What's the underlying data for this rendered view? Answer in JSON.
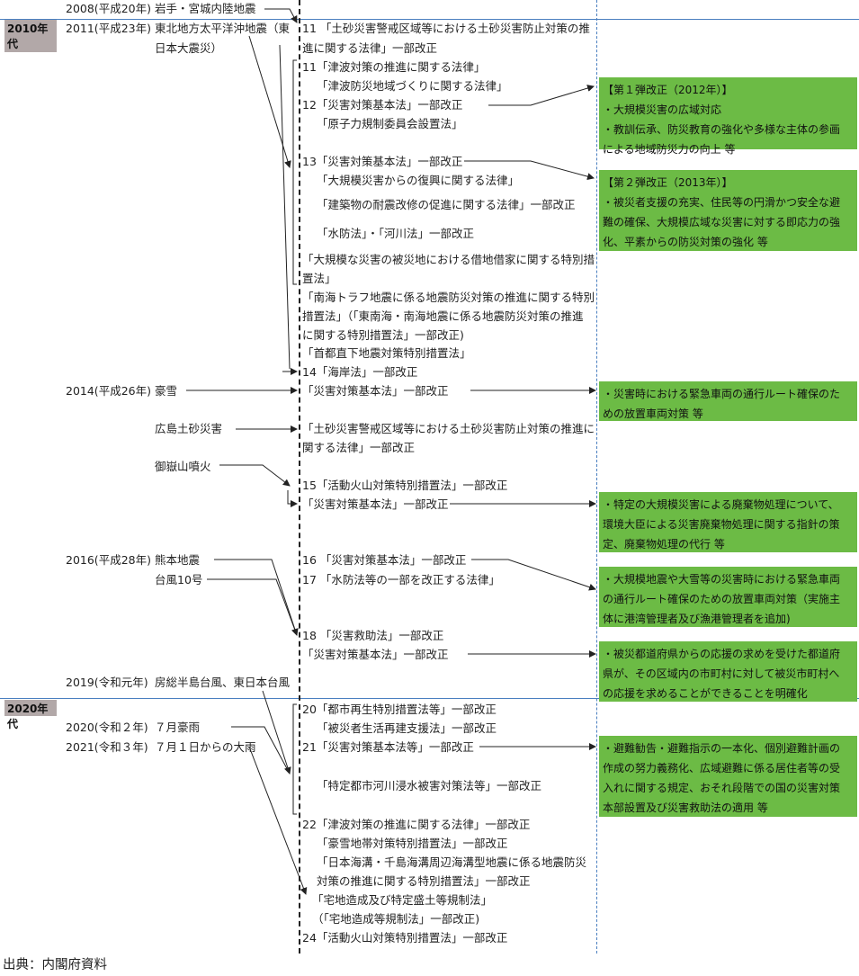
{
  "eras": {
    "e2010": "2010年代",
    "e2020": "2020年代"
  },
  "years": {
    "y2008": "2008(平成20年)",
    "y2011": "2011(平成23年)",
    "y2014": "2014(平成26年)",
    "y2016": "2016(平成28年)",
    "y2019": "2019(令和元年)",
    "y2020": "2020(令和２年)",
    "y2021": "2021(令和３年)"
  },
  "events": {
    "iwate": "岩手・宮城内陸地震",
    "tohoku1": "東北地方太平洋沖地震（東",
    "tohoku2": "日本大震災）",
    "snow": "豪雪",
    "hiroshima": "広島土砂災害",
    "ontake": "御嶽山噴火",
    "kumamoto": "熊本地震",
    "typhoon10": "台風10号",
    "boso": "房総半島台風、東日本台風",
    "july_rain": "７月豪雨",
    "heavy_rain": "７月１日からの大雨"
  },
  "laws": {
    "l1": "11 「土砂災害警戒区域等における土砂災害防止対策の推",
    "l1b": "進に関する法律」一部改正",
    "l2": "11「津波対策の推進に関する法律」",
    "l3": "「津波防災地域づくりに関する法律」",
    "l4": "12「災害対策基本法」一部改正",
    "l5": "「原子力規制委員会設置法」",
    "l6": "13「災害対策基本法」一部改正",
    "l7": "「大規模災害からの復興に関する法律」",
    "l8": "「建築物の耐震改修の促進に関する法律」一部改正",
    "l9": "「水防法」・「河川法」一部改正",
    "l10a": "「大規模な災害の被災地における借地借家に関する特別措",
    "l10b": "置法」",
    "l11a": "「南海トラフ地震に係る地震防災対策の推進に関する特別",
    "l11b": "措置法」（「東南海・南海地震に係る地震防災対策の推進",
    "l11c": "に関する特別措置法」一部改正)",
    "l12": "「首都直下地震対策特別措置法」",
    "l13": "14「海岸法」一部改正",
    "l14": "「災害対策基本法」一部改正",
    "l15a": "「土砂災害警戒区域等における土砂災害防止対策の推進に",
    "l15b": "関する法律」一部改正",
    "l16": "15「活動火山対策特別措置法」一部改正",
    "l17": "「災害対策基本法」一部改正",
    "l18": "16 「災害対策基本法」一部改正",
    "l19": "17 「水防法等の一部を改正する法律」",
    "l20": "18 「災害救助法」一部改正",
    "l21": "「災害対策基本法」一部改正",
    "l22": "20「都市再生特別措置法等」一部改正",
    "l23": "「被災者生活再建支援法」一部改正",
    "l24": "21「災害対策基本法等」一部改正",
    "l25": "「特定都市河川浸水被害対策法等」一部改正",
    "l26": "22「津波対策の推進に関する法律」一部改正",
    "l27": "「豪雪地帯対策特別措置法」一部改正",
    "l28a": "「日本海溝・千島海溝周辺海溝型地震に係る地震防災",
    "l28b": "対策の推進に関する特別措置法」一部改正",
    "l29": "「宅地造成及び特定盛土等規制法」",
    "l30": "（「宅地造成等規制法」一部改正)",
    "l31": "24「活動火山対策特別措置法」一部改正"
  },
  "boxes": {
    "b1": [
      "【第１弾改正（2012年）】",
      "・大規模災害の広域対応",
      "・教訓伝承、防災教育の強化や多様な主体の参画",
      "による地域防災力の向上 等"
    ],
    "b2": [
      "【第２弾改正（2013年）】",
      "・被災者支援の充実、住民等の円滑かつ安全な避",
      "難の確保、大規模広域な災害に対する即応力の強",
      "化、平素からの防災対策の強化 等"
    ],
    "b3": [
      "・災害時における緊急車両の通行ルート確保のた",
      "めの放置車両対策 等"
    ],
    "b4": [
      "・特定の大規模災害による廃棄物処理について、",
      "環境大臣による災害廃棄物処理に関する指針の策",
      "定、廃棄物処理の代行 等"
    ],
    "b5": [
      "・大規模地震や大雪等の災害時における緊急車両",
      "の通行ルート確保のための放置車両対策（実施主",
      "体に港湾管理者及び漁港管理者を追加)"
    ],
    "b6": [
      "・被災都道府県からの応援の求めを受けた都道府",
      "県が、その区域内の市町村に対して被災市町村へ",
      "の応援を求めることができることを明確化"
    ],
    "b7": [
      "・避難勧告・避難指示の一本化、個別避難計画の",
      "作成の努力義務化、広域避難に係る居住者等の受",
      "入れに関する規定、おそれ段階での国の災害対策",
      "本部設置及び災害救助法の適用 等"
    ]
  },
  "source": "出典：内閣府資料",
  "colors": {
    "green_box": "#6cbb45",
    "era_bg": "#b2a8a8",
    "divider": "#4a7fc0"
  }
}
